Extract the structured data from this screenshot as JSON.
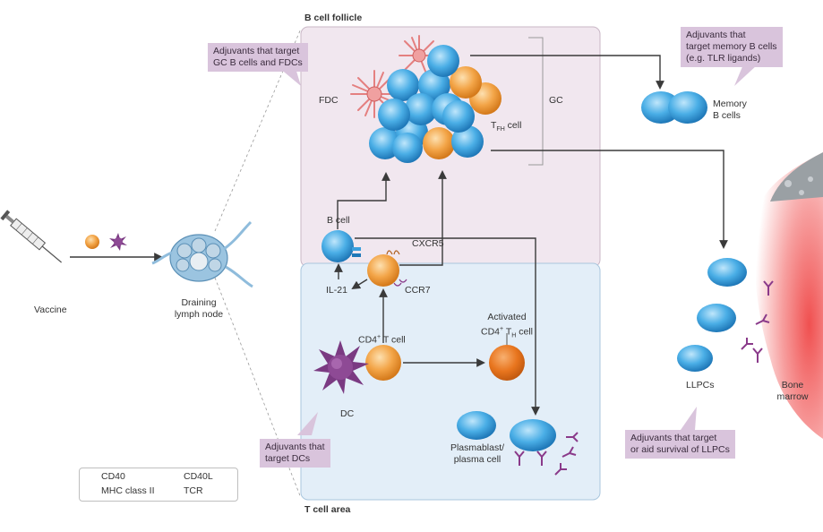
{
  "regions": {
    "follicle_title": "B cell follicle",
    "tcell_title": "T cell area"
  },
  "labels": {
    "vaccine": "Vaccine",
    "lymph_node_1": "Draining",
    "lymph_node_2": "lymph node",
    "fdc": "FDC",
    "tfh_cell": "T",
    "tfh_sub": "FH",
    "tfh_suffix": " cell",
    "gc": "GC",
    "memory_1": "Memory",
    "memory_2": "B cells",
    "bcell": "B cell",
    "cxcr5": "CXCR5",
    "ccr7": "CCR7",
    "il21": "IL-21",
    "cd4_t": "CD4",
    "cd4_t_suffix": " T cell",
    "activated_1": "Activated",
    "activated_2a": "CD4",
    "activated_2b": " T",
    "activated_2sub": "H",
    "activated_2c": " cell",
    "dc": "DC",
    "plasmablast_1": "Plasmablast/",
    "plasmablast_2": "plasma cell",
    "llpcs": "LLPCs",
    "bone_1": "Bone",
    "bone_2": "marrow"
  },
  "callouts": {
    "gc_adjuvant_1": "Adjuvants that target",
    "gc_adjuvant_2": "GC B cells and FDCs",
    "memory_adjuvant_1": "Adjuvants that",
    "memory_adjuvant_2": "target memory B cells",
    "memory_adjuvant_3": "(e.g. TLR ligands)",
    "dc_adjuvant_1": "Adjuvants that",
    "dc_adjuvant_2": "target DCs",
    "llpc_adjuvant_1": "Adjuvants that target",
    "llpc_adjuvant_2": "or aid survival of LLPCs"
  },
  "legend": {
    "cd40": "CD40",
    "cd40l": "CD40L",
    "mhc": "MHC class II",
    "tcr": "TCR"
  },
  "colors": {
    "follicle_bg": "#f0e6ee",
    "tcell_bg": "#e2eef8",
    "bcell": "#3a9fdc",
    "tcell": "#f0a040",
    "fdc": "#e07070",
    "dc": "#7a3a82",
    "antibody": "#8a3a8a",
    "callout": "#d9c4dc"
  }
}
